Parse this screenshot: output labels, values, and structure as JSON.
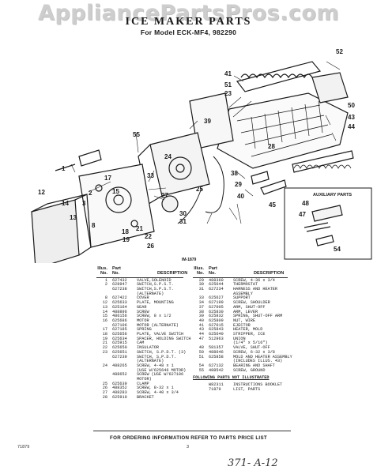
{
  "watermark": "AppliancePartsPros.com",
  "title": "ICE MAKER PARTS",
  "subtitle": "For Model ECK-MF4, 982290",
  "diagram": {
    "callouts": [
      "52",
      "41",
      "51",
      "23",
      "50",
      "43",
      "44",
      "39",
      "55",
      "1",
      "24",
      "33",
      "17",
      "15",
      "2",
      "25",
      "3",
      "14",
      "13",
      "8",
      "18",
      "21",
      "22",
      "26",
      "27",
      "30",
      "31",
      "28",
      "38",
      "29",
      "40",
      "45",
      "48",
      "47",
      "54",
      "19",
      "12"
    ],
    "auxiliary_label": "AUXILIARY PARTS",
    "figure_id": "IM-1879"
  },
  "table_header": {
    "illus_label_1": "Illus.",
    "illus_label_2": "No.",
    "part_label_1": "Part",
    "part_label_2": "No.",
    "desc_label": "DESCRIPTION"
  },
  "parts_left": [
    {
      "illus": "1",
      "part": "627432",
      "desc": "VALVE,SOLENOID"
    },
    {
      "illus": "2",
      "part": "628947",
      "desc": "SWITCH,S.P.S.T."
    },
    {
      "illus": "",
      "part": "627238",
      "desc": "SWITCH,S.P.S.T."
    },
    {
      "illus": "",
      "part": "",
      "desc": "(ALTERNATE)"
    },
    {
      "illus": "8",
      "part": "627422",
      "desc": "COVER"
    },
    {
      "illus": "12",
      "part": "625633",
      "desc": "PLATE, MOUNTING"
    },
    {
      "illus": "13",
      "part": "625164",
      "desc": "GEAR"
    },
    {
      "illus": "14",
      "part": "488896",
      "desc": "SCREW"
    },
    {
      "illus": "15",
      "part": "486156",
      "desc": "SCREW, 8 x 1/2"
    },
    {
      "illus": "16",
      "part": "625686",
      "desc": "MOTOR"
    },
    {
      "illus": "",
      "part": "627106",
      "desc": "MOTOR (ALTERNATE)"
    },
    {
      "illus": "17",
      "part": "627185",
      "desc": "SPRING"
    },
    {
      "illus": "18",
      "part": "625656",
      "desc": "PLATE, VALVE SWITCH"
    },
    {
      "illus": "19",
      "part": "625634",
      "desc": "SPACER, HOLDING SWITCH"
    },
    {
      "illus": "21",
      "part": "625915",
      "desc": "CAM"
    },
    {
      "illus": "22",
      "part": "625650",
      "desc": "INSULATOR"
    },
    {
      "illus": "23",
      "part": "625651",
      "desc": "SWITCH, S.P.D.T. (3)"
    },
    {
      "illus": "",
      "part": "627239",
      "desc": "SWITCH, S.P.D.T."
    },
    {
      "illus": "",
      "part": "",
      "desc": "(ALTERNATE)"
    },
    {
      "illus": "24",
      "part": "488265",
      "desc": "SCREW, 4-48 x 1"
    },
    {
      "illus": "",
      "part": "",
      "desc": "(USE W/625646 MOTOR)"
    },
    {
      "illus": "",
      "part": "488652",
      "desc": "SCREW (USE W/627106"
    },
    {
      "illus": "",
      "part": "",
      "desc": "MOTOR)"
    },
    {
      "illus": "25",
      "part": "625639",
      "desc": "CLAMP"
    },
    {
      "illus": "26",
      "part": "488352",
      "desc": "SCREW, 8-32 x 1"
    },
    {
      "illus": "27",
      "part": "488283",
      "desc": "SCREW, 4-40 x 3/4"
    },
    {
      "illus": "28",
      "part": "625910",
      "desc": "BRACKET"
    }
  ],
  "parts_right": [
    {
      "illus": "29",
      "part": "488360",
      "desc": "SCREW, 4-36 x 3/4"
    },
    {
      "illus": "30",
      "part": "625644",
      "desc": "THERMOSTAT"
    },
    {
      "illus": "31",
      "part": "627234",
      "desc": "HARNESS AND HEATER"
    },
    {
      "illus": "",
      "part": "",
      "desc": "ASSEMBLY"
    },
    {
      "illus": "33",
      "part": "625627",
      "desc": "SUPPORT"
    },
    {
      "illus": "34",
      "part": "627199",
      "desc": "SCREW, SHOULDER"
    },
    {
      "illus": "37",
      "part": "627005",
      "desc": "ARM, SHUT-OFF"
    },
    {
      "illus": "38",
      "part": "625830",
      "desc": "ARM, LEVER"
    },
    {
      "illus": "39",
      "part": "625832",
      "desc": "SPRING, SHUT-OFF ARM"
    },
    {
      "illus": "40",
      "part": "625809",
      "desc": "NUT, WIRE"
    },
    {
      "illus": "41",
      "part": "627015",
      "desc": "EJECTOR"
    },
    {
      "illus": "43",
      "part": "625843",
      "desc": "HEATER, MOLD"
    },
    {
      "illus": "44",
      "part": "625640",
      "desc": "STRIPPER, ICE"
    },
    {
      "illus": "47",
      "part": "512963",
      "desc": "UNION"
    },
    {
      "illus": "",
      "part": "",
      "desc": "(1/4\" x 5/16\")"
    },
    {
      "illus": "48",
      "part": "581357",
      "desc": "VALVE, SHUT-OFF"
    },
    {
      "illus": "50",
      "part": "488646",
      "desc": "SCREW, 6-32 x 3/8"
    },
    {
      "illus": "51",
      "part": "625858",
      "desc": "MOLD AND HEATER ASSEMBLY"
    },
    {
      "illus": "",
      "part": "",
      "desc": "(INCLUDES ILLUS. 43)"
    },
    {
      "illus": "54",
      "part": "627132",
      "desc": "BEARING AND SHAFT"
    },
    {
      "illus": "55",
      "part": "488542",
      "desc": "SCREW, GROUND"
    }
  ],
  "not_illustrated_heading": "FOLLOWING PARTS NOT ILLUSTRATED",
  "not_illustrated": [
    {
      "part": "W82311",
      "desc": "INSTRUCTIONS BOOKLET"
    },
    {
      "part": "71879",
      "desc": "LIST, PARTS"
    }
  ],
  "footer": "FOR ORDERING INFORMATION REFER TO PARTS PRICE LIST",
  "page_code": "71879",
  "page_number": "3",
  "handwritten_note": "371- A-12"
}
